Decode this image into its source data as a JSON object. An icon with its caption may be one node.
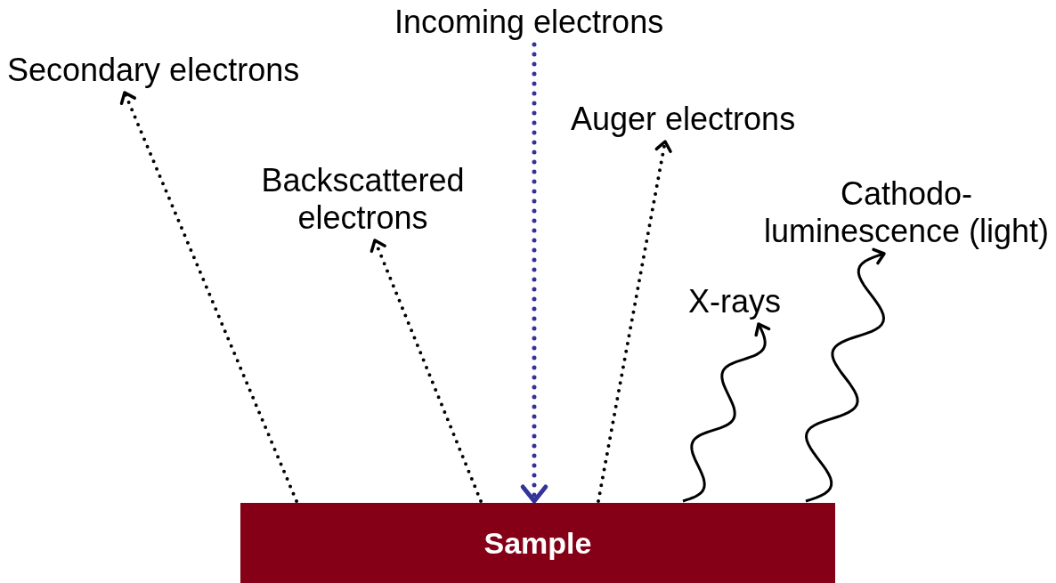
{
  "diagram": {
    "nodes": [
      {
        "text": [
          "Sample"
        ]
      },
      {
        "text": [
          "Incoming electrons"
        ]
      },
      {
        "text": [
          "Secondary electrons"
        ]
      },
      {
        "text": [
          "Backscattered electrons"
        ]
      },
      {
        "text": [
          "Auger electrons"
        ]
      },
      {
        "text": [
          "X-rays"
        ]
      },
      {
        "text": [
          "Cathodo- luminescence (light)"
        ]
      }
    ],
    "edges": [
      {
        "from": 1,
        "to": 0,
        "arrow": "to",
        "style": "dashed",
        "color": "#333399"
      },
      {
        "from": 0,
        "to": 2,
        "arrow": "to",
        "style": "dashed"
      },
      {
        "from": 0,
        "to": 3,
        "arrow": "to",
        "style": "dashed"
      },
      {
        "from": 0,
        "to": 4,
        "arrow": "to",
        "style": "dashed"
      },
      {
        "from": 0,
        "to": 5,
        "arrow": "to"
      },
      {
        "from": 0,
        "to": 6,
        "arrow": "to"
      }
    ]
  }
}
